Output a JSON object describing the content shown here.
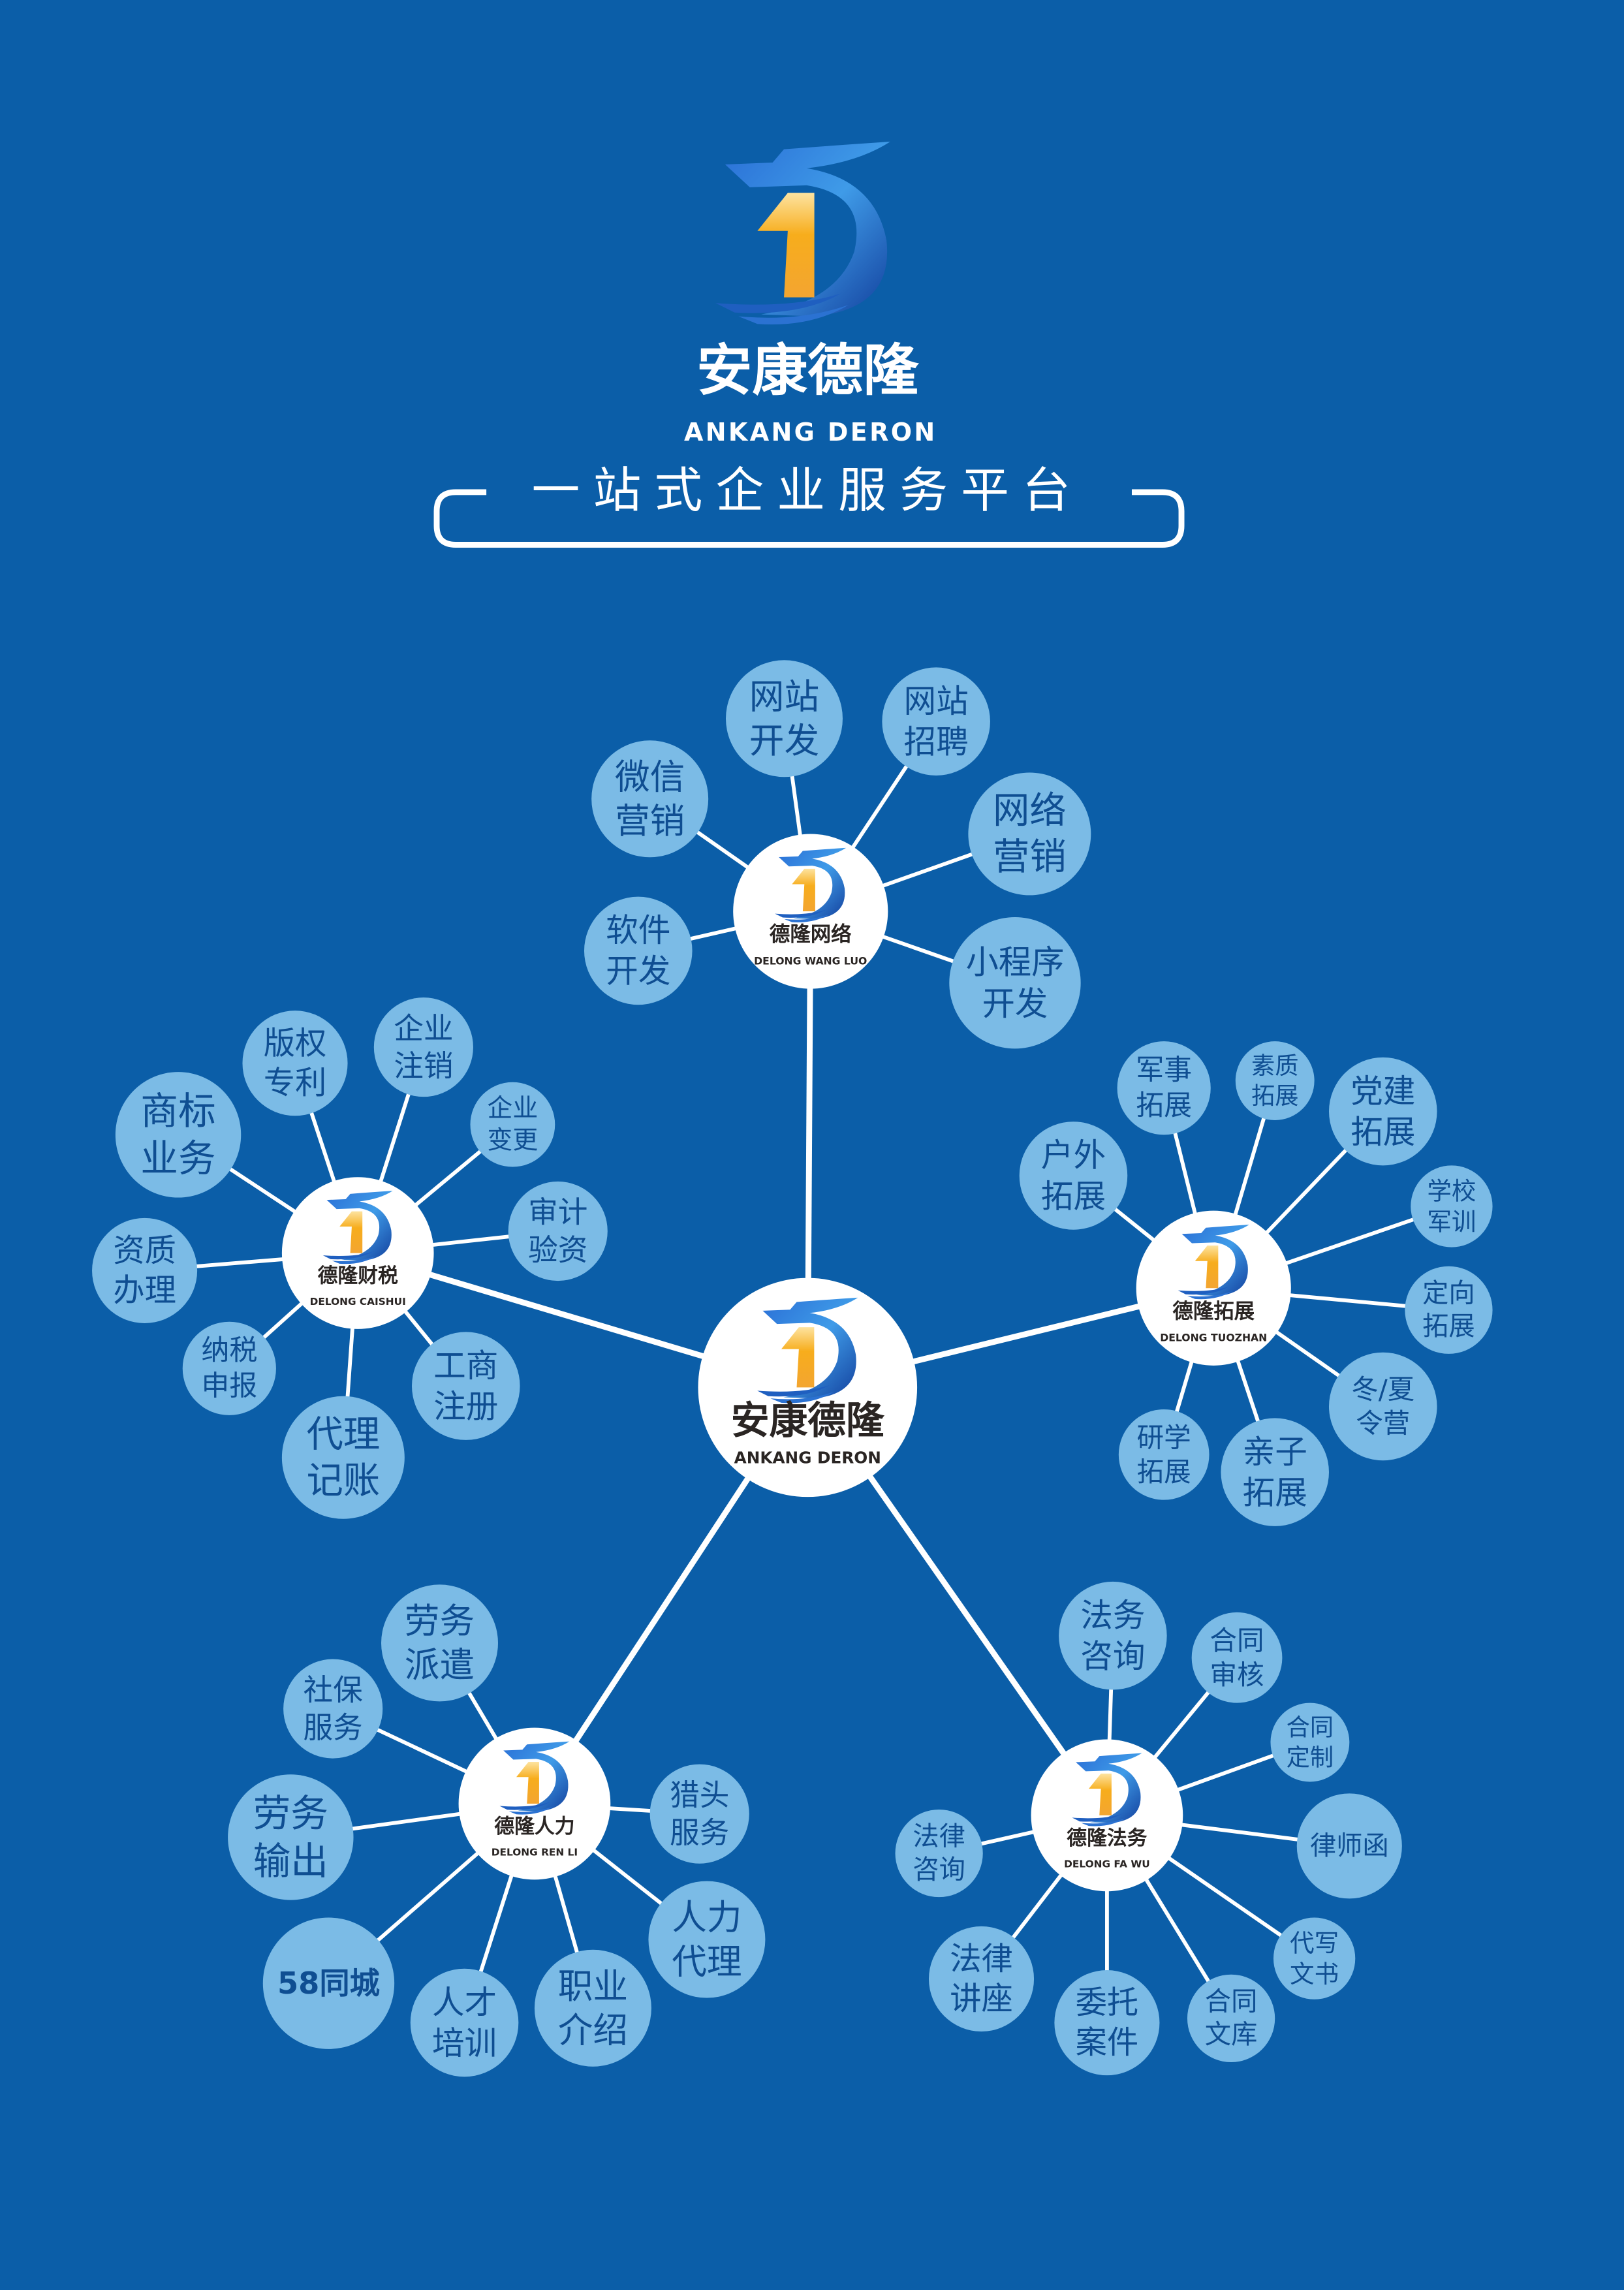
{
  "colors": {
    "background": "#0b5ea8",
    "bubble": "#7bbbe6",
    "bubble_text": "#0f4e92",
    "hub": "#ffffff",
    "line": "#ffffff",
    "logo_orange": "#f5a623",
    "logo_blue": "#1f6fd0"
  },
  "header": {
    "brand_cn": "安康德隆",
    "brand_en": "ANKANG DERON",
    "slogan": "一站式企业服务平台"
  },
  "center": {
    "name": "安康德隆",
    "sub": "ANKANG DERON"
  },
  "hubs": [
    {
      "id": "wangluo",
      "name": "德隆网络",
      "sub": "DELONG WANG LUO",
      "nodes": [
        [
          "微信",
          "营销"
        ],
        [
          "网站",
          "开发"
        ],
        [
          "网站",
          "招聘"
        ],
        [
          "网络",
          "营销"
        ],
        [
          "软件",
          "开发"
        ],
        [
          "小程序",
          "开发"
        ]
      ]
    },
    {
      "id": "caishui",
      "name": "德隆财税",
      "sub": "DELONG CAISHUI",
      "nodes": [
        [
          "商标",
          "业务"
        ],
        [
          "版权",
          "专利"
        ],
        [
          "企业",
          "注销"
        ],
        [
          "企业",
          "变更"
        ],
        [
          "审计",
          "验资"
        ],
        [
          "资质",
          "办理"
        ],
        [
          "纳税",
          "申报"
        ],
        [
          "代理",
          "记账"
        ],
        [
          "工商",
          "注册"
        ]
      ]
    },
    {
      "id": "tuozhan",
      "name": "德隆拓展",
      "sub": "DELONG TUOZHAN",
      "nodes": [
        [
          "户外",
          "拓展"
        ],
        [
          "军事",
          "拓展"
        ],
        [
          "素质",
          "拓展"
        ],
        [
          "党建",
          "拓展"
        ],
        [
          "学校",
          "军训"
        ],
        [
          "定向",
          "拓展"
        ],
        [
          "冬/夏",
          "令营"
        ],
        [
          "亲子",
          "拓展"
        ],
        [
          "研学",
          "拓展"
        ]
      ]
    },
    {
      "id": "renli",
      "name": "德隆人力",
      "sub": "DELONG  REN LI",
      "nodes": [
        [
          "劳务",
          "派遣"
        ],
        [
          "社保",
          "服务"
        ],
        [
          "劳务",
          "输出"
        ],
        [
          "58同城"
        ],
        [
          "人才",
          "培训"
        ],
        [
          "职业",
          "介绍"
        ],
        [
          "人力",
          "代理"
        ],
        [
          "猎头",
          "服务"
        ]
      ]
    },
    {
      "id": "fawu",
      "name": "德隆法务",
      "sub": "DELONG  FA WU",
      "nodes": [
        [
          "法务",
          "咨询"
        ],
        [
          "合同",
          "审核"
        ],
        [
          "合同",
          "定制"
        ],
        [
          "律师函"
        ],
        [
          "代写",
          "文书"
        ],
        [
          "合同",
          "文库"
        ],
        [
          "委托",
          "案件"
        ],
        [
          "法律",
          "讲座"
        ],
        [
          "法律",
          "咨询"
        ]
      ]
    }
  ]
}
